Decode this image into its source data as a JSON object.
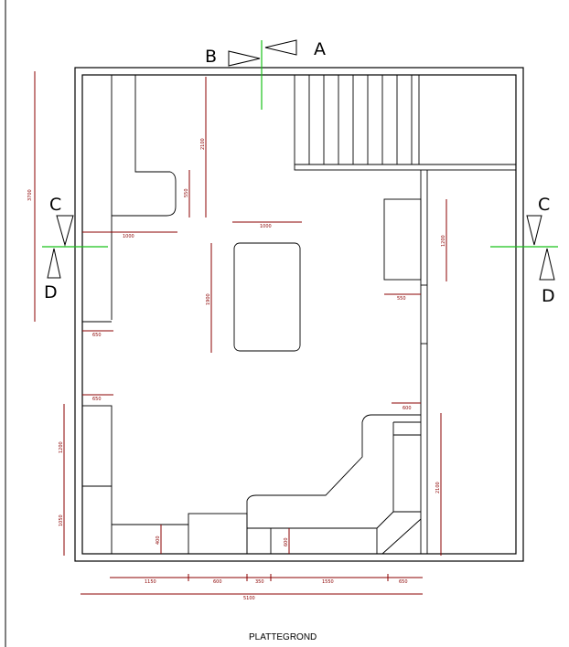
{
  "title": "PLATTEGROND",
  "section_labels": {
    "a": "A",
    "b": "B",
    "c_left": "C",
    "c_right": "C",
    "d_left": "D",
    "d_right": "D"
  },
  "dimensions": {
    "left_top": "3700",
    "upper_height": "2100",
    "notch": "550",
    "counter_depth": "1000",
    "island_width": "1000",
    "island_length": "1900",
    "right_counter": "1200",
    "right_depth": "550",
    "left_counter_depth_a": "650",
    "left_counter_depth_b": "650",
    "left_lower_a": "1200",
    "left_lower_b": "1050",
    "right_gap": "600",
    "right_lower": "2100",
    "base_left": "400",
    "base_mid": "600",
    "bottom_seg1": "1150",
    "bottom_seg2": "600",
    "bottom_seg3": "350",
    "bottom_seg4": "1550",
    "bottom_seg5": "650",
    "bottom_total": "5100"
  },
  "colors": {
    "dimension": "#8b0000",
    "section_line": "#19c219",
    "walls": "#000000"
  }
}
